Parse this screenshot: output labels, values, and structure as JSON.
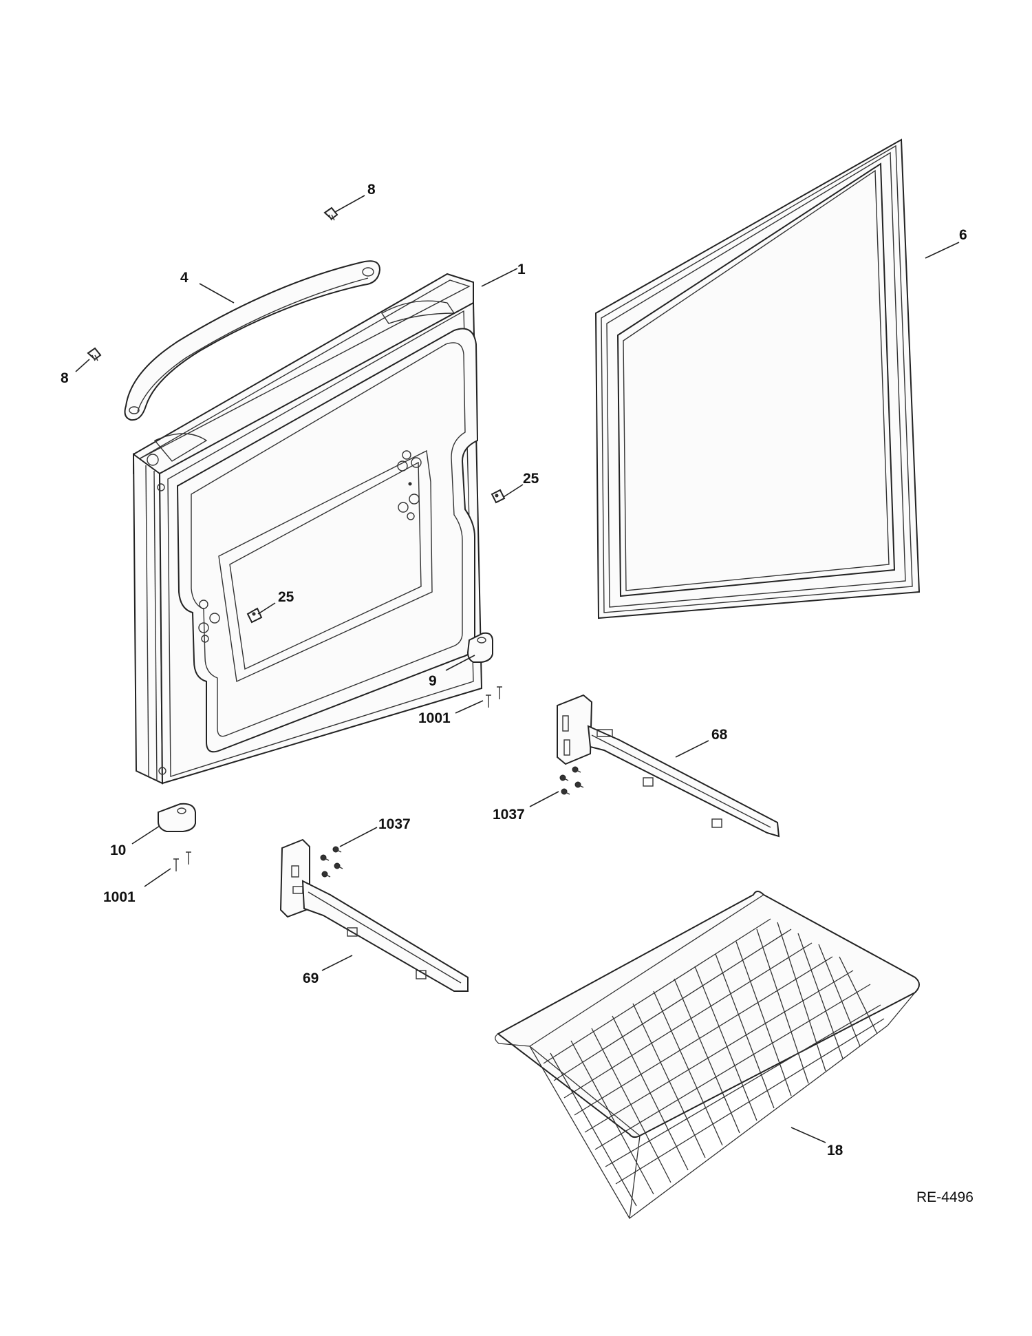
{
  "drawing_ref": "RE-4496",
  "callouts": [
    {
      "id": "8a",
      "label": "8"
    },
    {
      "id": "8b",
      "label": "8"
    },
    {
      "id": "4",
      "label": "4"
    },
    {
      "id": "1",
      "label": "1"
    },
    {
      "id": "6",
      "label": "6"
    },
    {
      "id": "25a",
      "label": "25"
    },
    {
      "id": "25b",
      "label": "25"
    },
    {
      "id": "9",
      "label": "9"
    },
    {
      "id": "1001a",
      "label": "1001"
    },
    {
      "id": "68",
      "label": "68"
    },
    {
      "id": "1037a",
      "label": "1037"
    },
    {
      "id": "10",
      "label": "10"
    },
    {
      "id": "1001b",
      "label": "1001"
    },
    {
      "id": "1037b",
      "label": "1037"
    },
    {
      "id": "69",
      "label": "69"
    },
    {
      "id": "18",
      "label": "18"
    }
  ]
}
